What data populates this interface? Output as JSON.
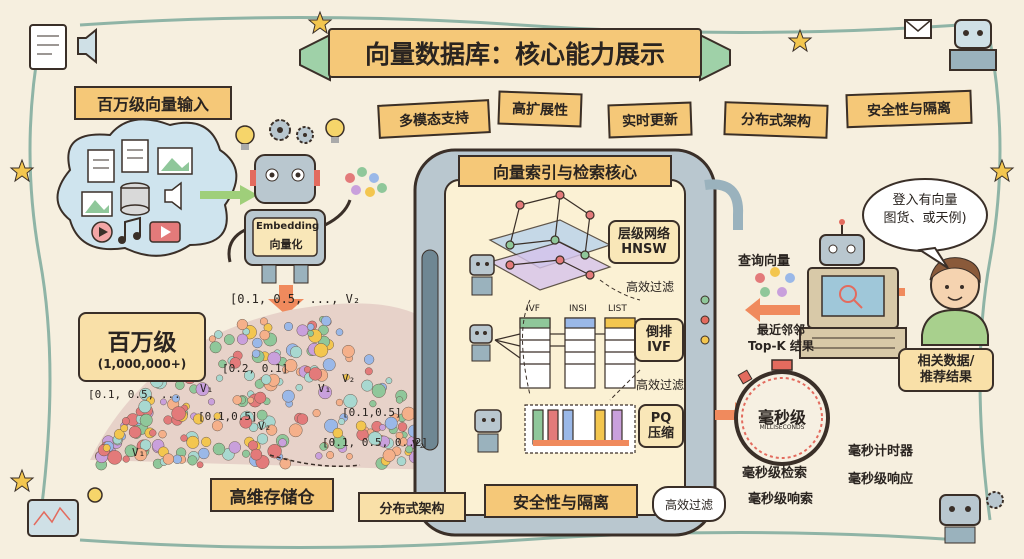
{
  "title": "向量数据库：核心能力展示",
  "features": [
    "多模态支持",
    "高扩展性",
    "实时更新",
    "分布式架构",
    "安全性与隔离"
  ],
  "left": {
    "input_label": "百万级向量输入",
    "robot_label_en": "Embedding",
    "robot_label_zh": "向量化",
    "count_label": "百万级",
    "count_value": "(1,000,000+)",
    "storage_label": "高维存储仓",
    "vectors": [
      "[0.1, 0.5, ..., V₂",
      "[0.2, 0.1]",
      "[0.1, 0.5, ...",
      "V₁",
      "V₁",
      "V₂",
      "[0.1,0.5]",
      "V₂",
      "[0.1,0.5]",
      "[0.1, 0.5, 0..2]",
      "V₂",
      "V₁"
    ]
  },
  "core": {
    "title": "向量索引与检索核心",
    "hnsw": "层级网络\nHNSW",
    "filter1": "高效过滤",
    "ivf": "倒排\nIVF",
    "filter2": "高效过滤",
    "pq": "PQ\n压缩",
    "table_headers": [
      "IVF",
      "INSI",
      "LIST"
    ]
  },
  "right": {
    "speech": "登入有向量\n图货、或天例)",
    "query": "查询向量",
    "topk": "最近邻邻\nTop-K 结果",
    "related": "相关数据/\n推荐结果",
    "timer_main": "毫秒级",
    "timer_sub": "MILLISECONDS",
    "timer_label": "毫秒计时器",
    "retrieval1": "毫秒级检索",
    "response": "毫秒级响应",
    "retrieval2": "毫秒级响索"
  },
  "bottom": {
    "distributed": "分布式架构",
    "security": "安全性与隔离",
    "filter3": "高效过滤"
  },
  "colors": {
    "bg": "#f6efdf",
    "ribbon": "#f5c878",
    "box": "#f9e7b8",
    "frame": "#b9c7cf",
    "inner": "#fbf1d4",
    "ink": "#3a2f28",
    "arrow": "#f08a5d"
  },
  "icons": [
    "document-icon",
    "image-icon",
    "database-icon",
    "speaker-icon",
    "music-icon",
    "video-icon",
    "gear-icon",
    "lightbulb-icon",
    "robot-icon",
    "stopwatch-icon",
    "laptop-icon",
    "star-icon"
  ]
}
